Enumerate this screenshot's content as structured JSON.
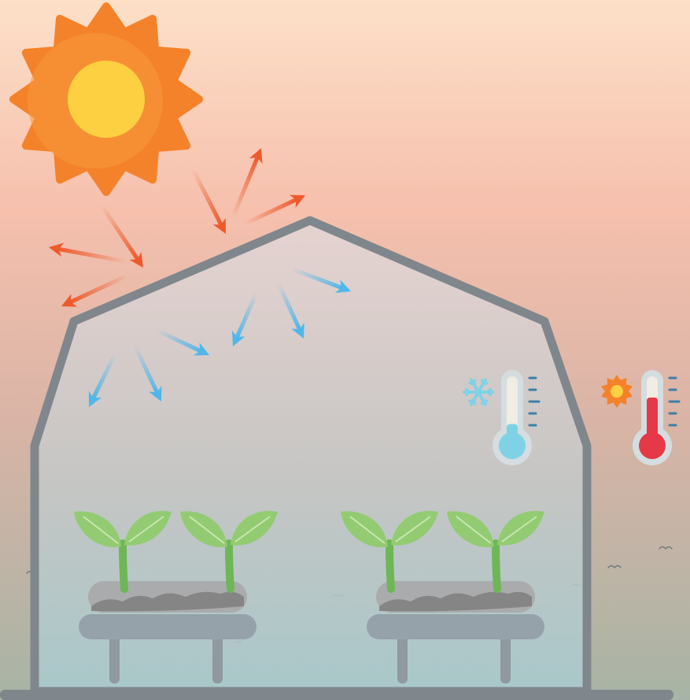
{
  "scene": {
    "sky_colors": [
      "#fde0c8",
      "#f6c0ad",
      "#d9b4a6",
      "#a7b4a5"
    ],
    "greenhouse": {
      "frame_color": "#7f878c",
      "glass_top": "#e3d6d6",
      "glass_bottom": "#a9cbd0"
    },
    "sun": {
      "icon": "sun-icon",
      "ray_color": "#f4822a",
      "core_color": "#fdd041"
    },
    "incoming_rays": {
      "icon": "arrow-icon",
      "color": "#ee5a2b"
    },
    "trapped_heat": {
      "icon": "arrow-icon",
      "color": "#4fb7ea"
    },
    "inside_thermometer": {
      "icon": "cold-thermometer-icon",
      "fill_color": "#7fd2e6",
      "level": 0.28
    },
    "outside_thermometer": {
      "icon": "hot-thermometer-icon",
      "fill_color": "#e53948",
      "level": 0.68
    },
    "snowflake": {
      "icon": "snowflake-icon",
      "color": "#7fd2e6"
    },
    "small_sun": {
      "icon": "small-sun-icon",
      "color": "#f4822a"
    },
    "plants": {
      "icon": "seedling-icon",
      "leaf_color": "#93cb72",
      "count": 4
    },
    "planters": {
      "icon": "planter-table-icon",
      "count": 2
    },
    "birds": {
      "icon": "bird-icon",
      "count": 6
    }
  }
}
